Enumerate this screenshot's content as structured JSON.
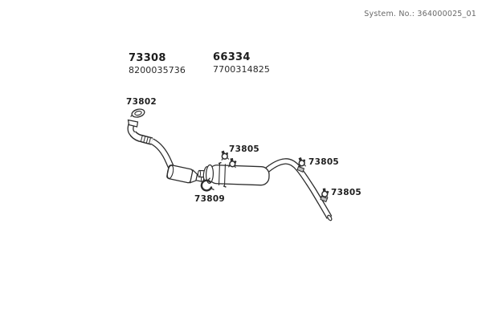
{
  "header": {
    "system_no": "System. No.: 364000025_01"
  },
  "parts": [
    {
      "number": "73308",
      "ref": "8200035736"
    },
    {
      "number": "66334",
      "ref": "7700314825"
    }
  ],
  "callouts": {
    "flange_gasket": "73802",
    "clamp_front": "73805",
    "clamp_mid": "73805",
    "clamp_rear": "73805",
    "pipe_ring": "73809"
  },
  "icons": [
    "flange-gasket-icon",
    "flex-coupling-icon",
    "catalytic-converter-icon",
    "muffler-icon",
    "tail-pipe-icon",
    "clamp-icon",
    "pipe-ring-clamp-icon",
    "hanger-bracket-icon"
  ],
  "colors": {
    "background": "#ffffff",
    "line": "#2d2d2d",
    "label_text": "#1f1f1f",
    "muted_text": "#696969"
  }
}
